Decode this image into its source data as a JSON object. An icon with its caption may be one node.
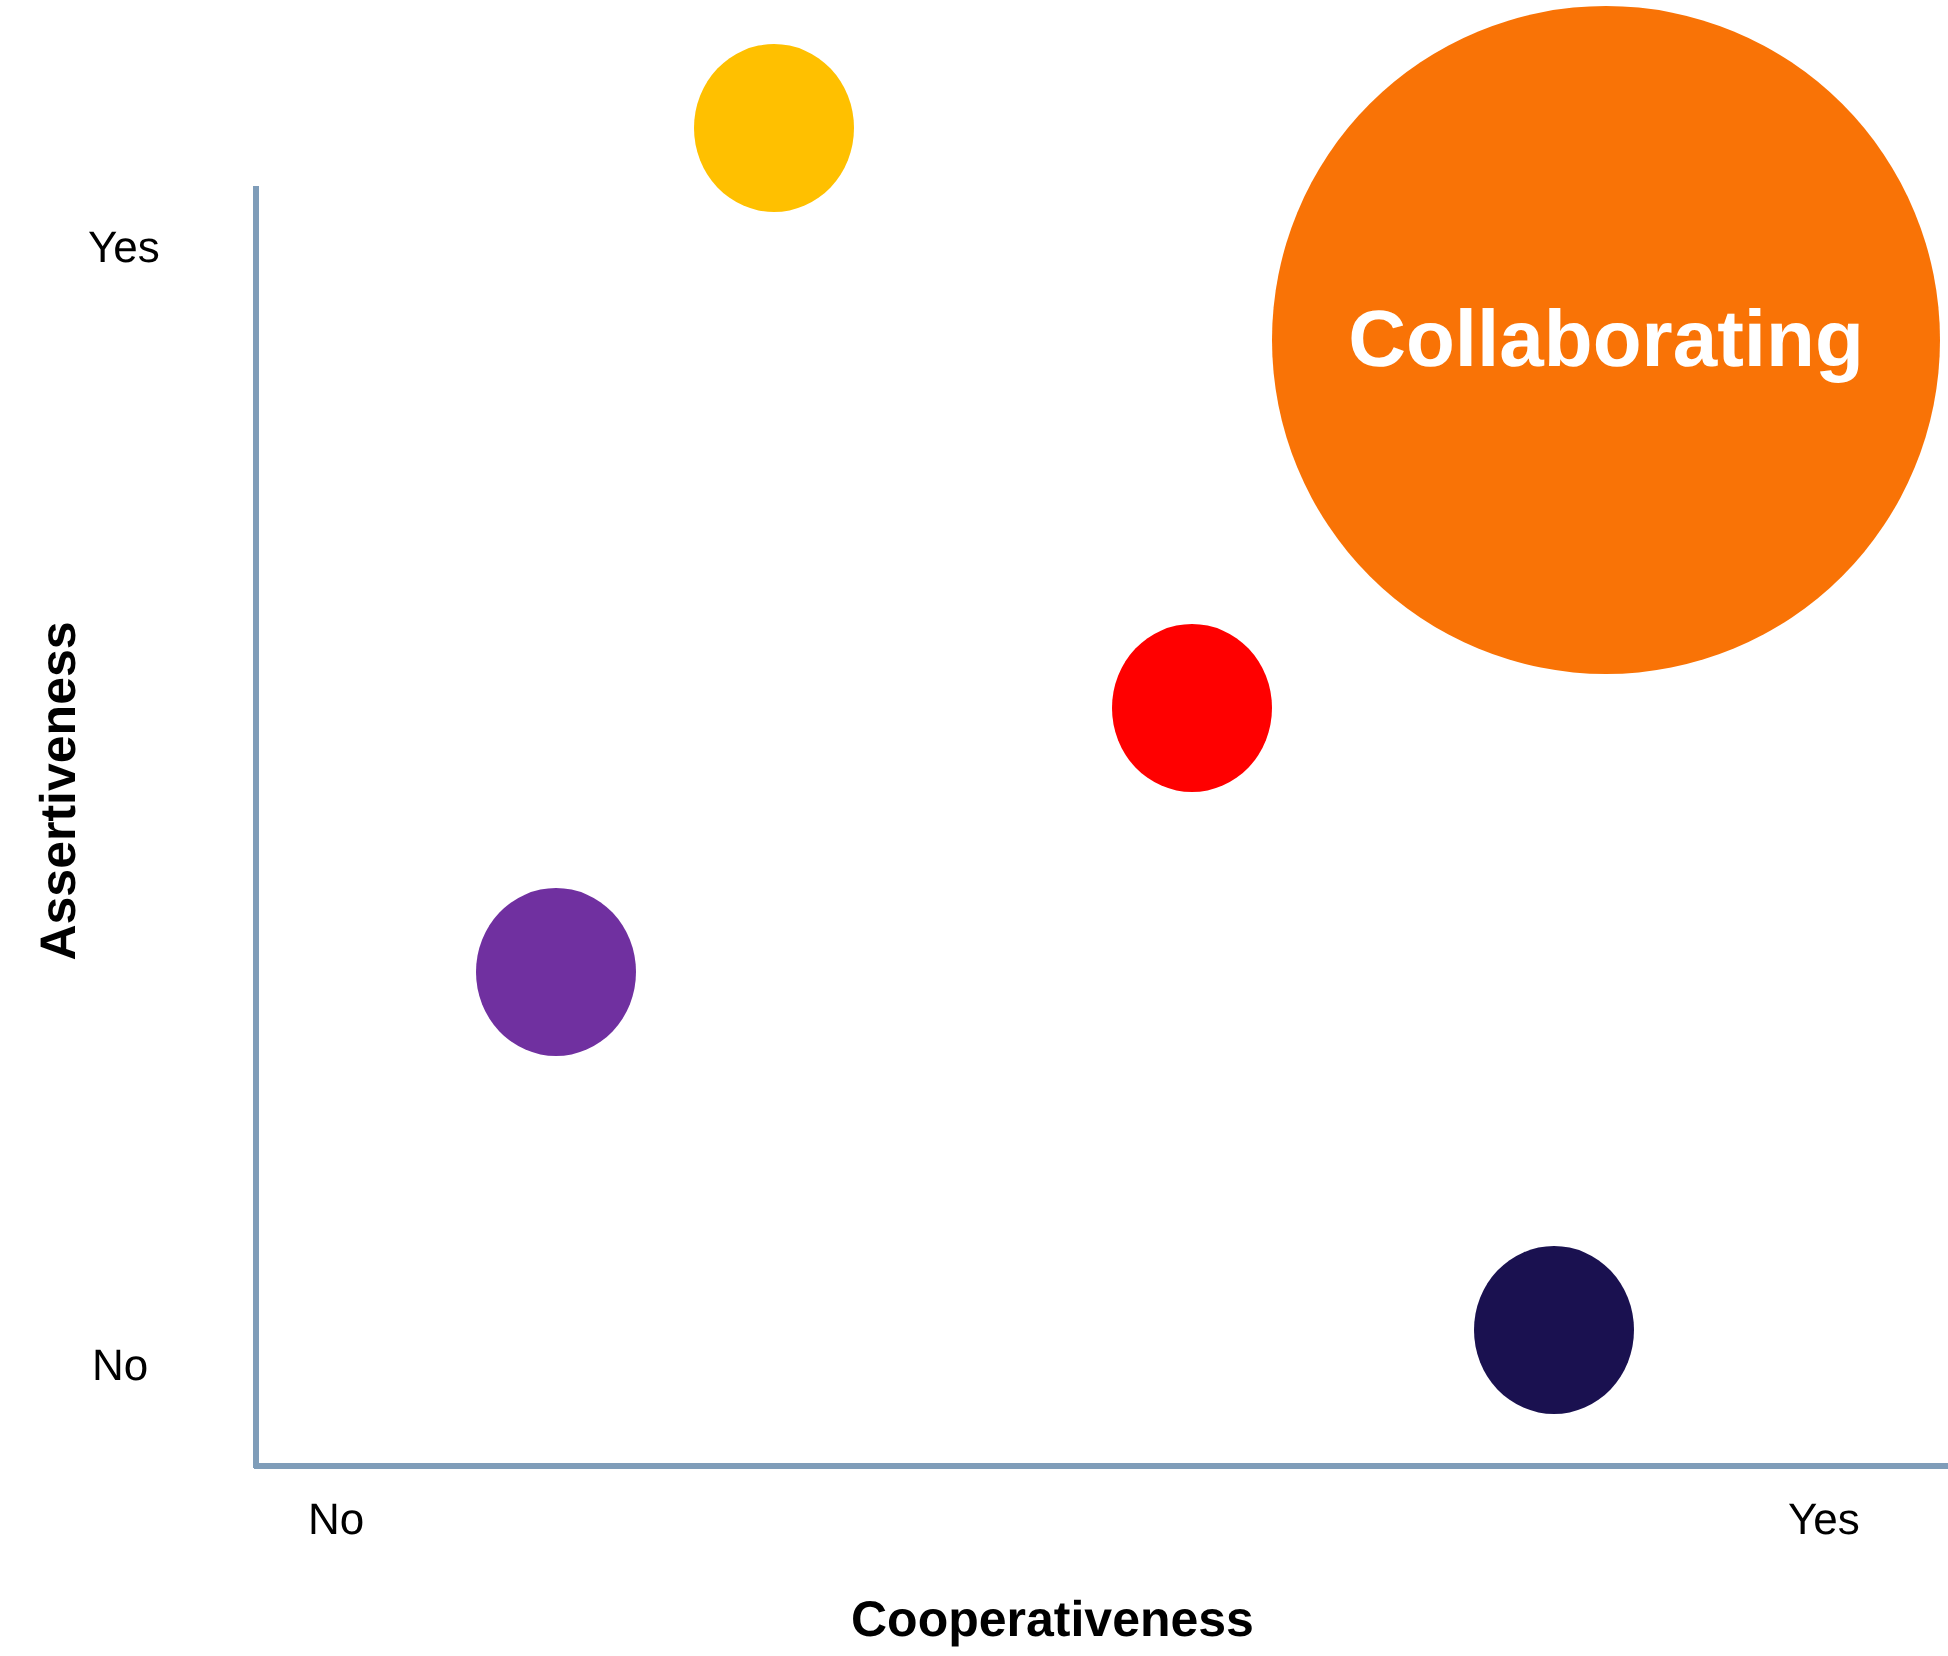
{
  "diagram": {
    "nodes": [
      {
        "text": [],
        "shape": "circle"
      },
      {
        "text": [
          "Collaborating"
        ]
      },
      {
        "text": [],
        "shape": "circle"
      },
      {
        "text": [],
        "shape": "circle"
      },
      {
        "text": [],
        "shape": "circle"
      }
    ],
    "labels": [
      "Yes",
      "Assertiveness",
      "No",
      "No",
      "Yes",
      "Cooperativeness"
    ]
  }
}
